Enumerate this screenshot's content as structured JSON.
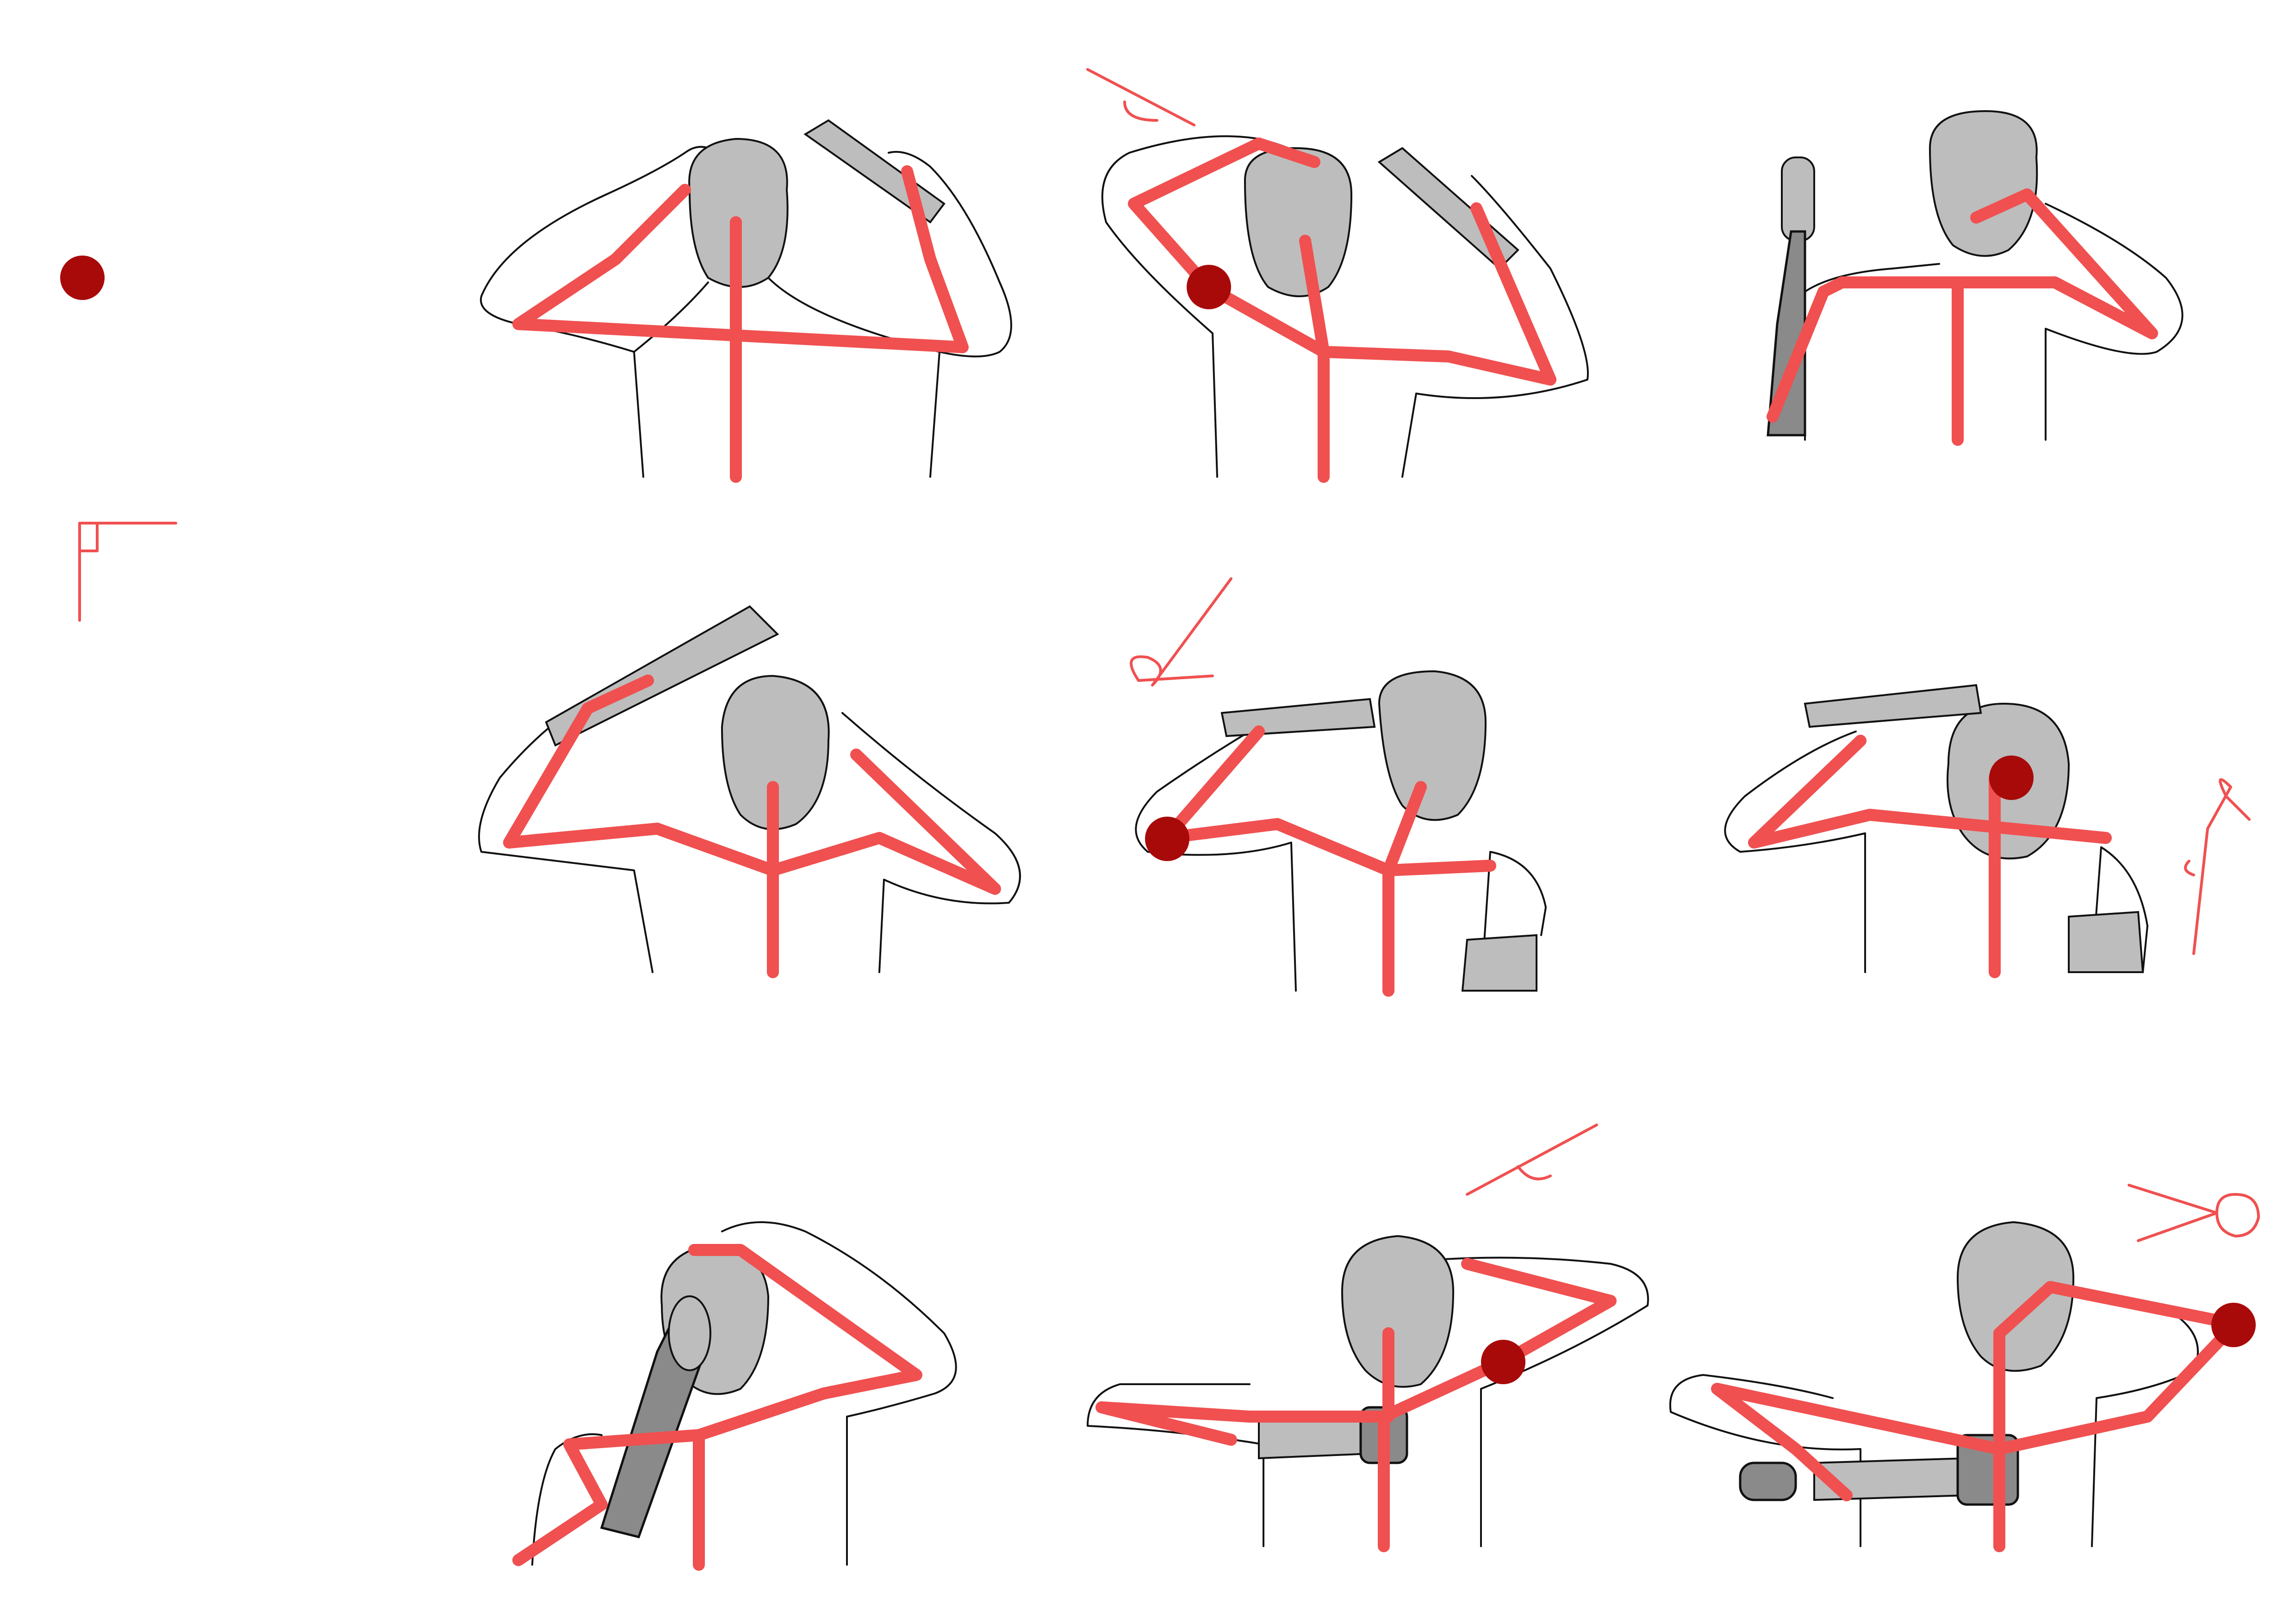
{
  "colors": {
    "skeleton": "#f05050",
    "marker": "#a80a0a",
    "outline": "#111111",
    "shade": "#bdbdbd",
    "device": "#8a8a8a"
  },
  "legend": [
    {
      "icon": "dot-marker-icon"
    },
    {
      "icon": "right-angle-icon"
    }
  ],
  "panels": [
    {
      "row": 1,
      "col": 1,
      "icon": "pose-figure-icon",
      "device": "hair-dryer-icon",
      "marker": false,
      "angle_sketch": false
    },
    {
      "row": 1,
      "col": 2,
      "icon": "pose-figure-icon",
      "device": "hair-dryer-icon",
      "marker": true,
      "angle_sketch": true
    },
    {
      "row": 1,
      "col": 3,
      "icon": "pose-figure-icon",
      "device": "hair-dryer-icon",
      "marker": false,
      "angle_sketch": false
    },
    {
      "row": 2,
      "col": 1,
      "icon": "pose-figure-icon",
      "device": "hair-dryer-icon",
      "marker": false,
      "angle_sketch": false
    },
    {
      "row": 2,
      "col": 2,
      "icon": "pose-figure-icon",
      "device": "hair-dryer-icon",
      "marker": true,
      "angle_sketch": true
    },
    {
      "row": 2,
      "col": 3,
      "icon": "pose-figure-icon",
      "device": "hair-dryer-icon",
      "marker": true,
      "angle_sketch": true
    },
    {
      "row": 3,
      "col": 1,
      "icon": "pose-figure-icon",
      "device": "hair-dryer-icon",
      "marker": false,
      "angle_sketch": false
    },
    {
      "row": 3,
      "col": 2,
      "icon": "pose-figure-icon",
      "device": "hair-dryer-icon",
      "marker": true,
      "angle_sketch": true
    },
    {
      "row": 3,
      "col": 3,
      "icon": "pose-figure-icon",
      "device": "hair-dryer-icon",
      "marker": true,
      "angle_sketch": true
    }
  ]
}
